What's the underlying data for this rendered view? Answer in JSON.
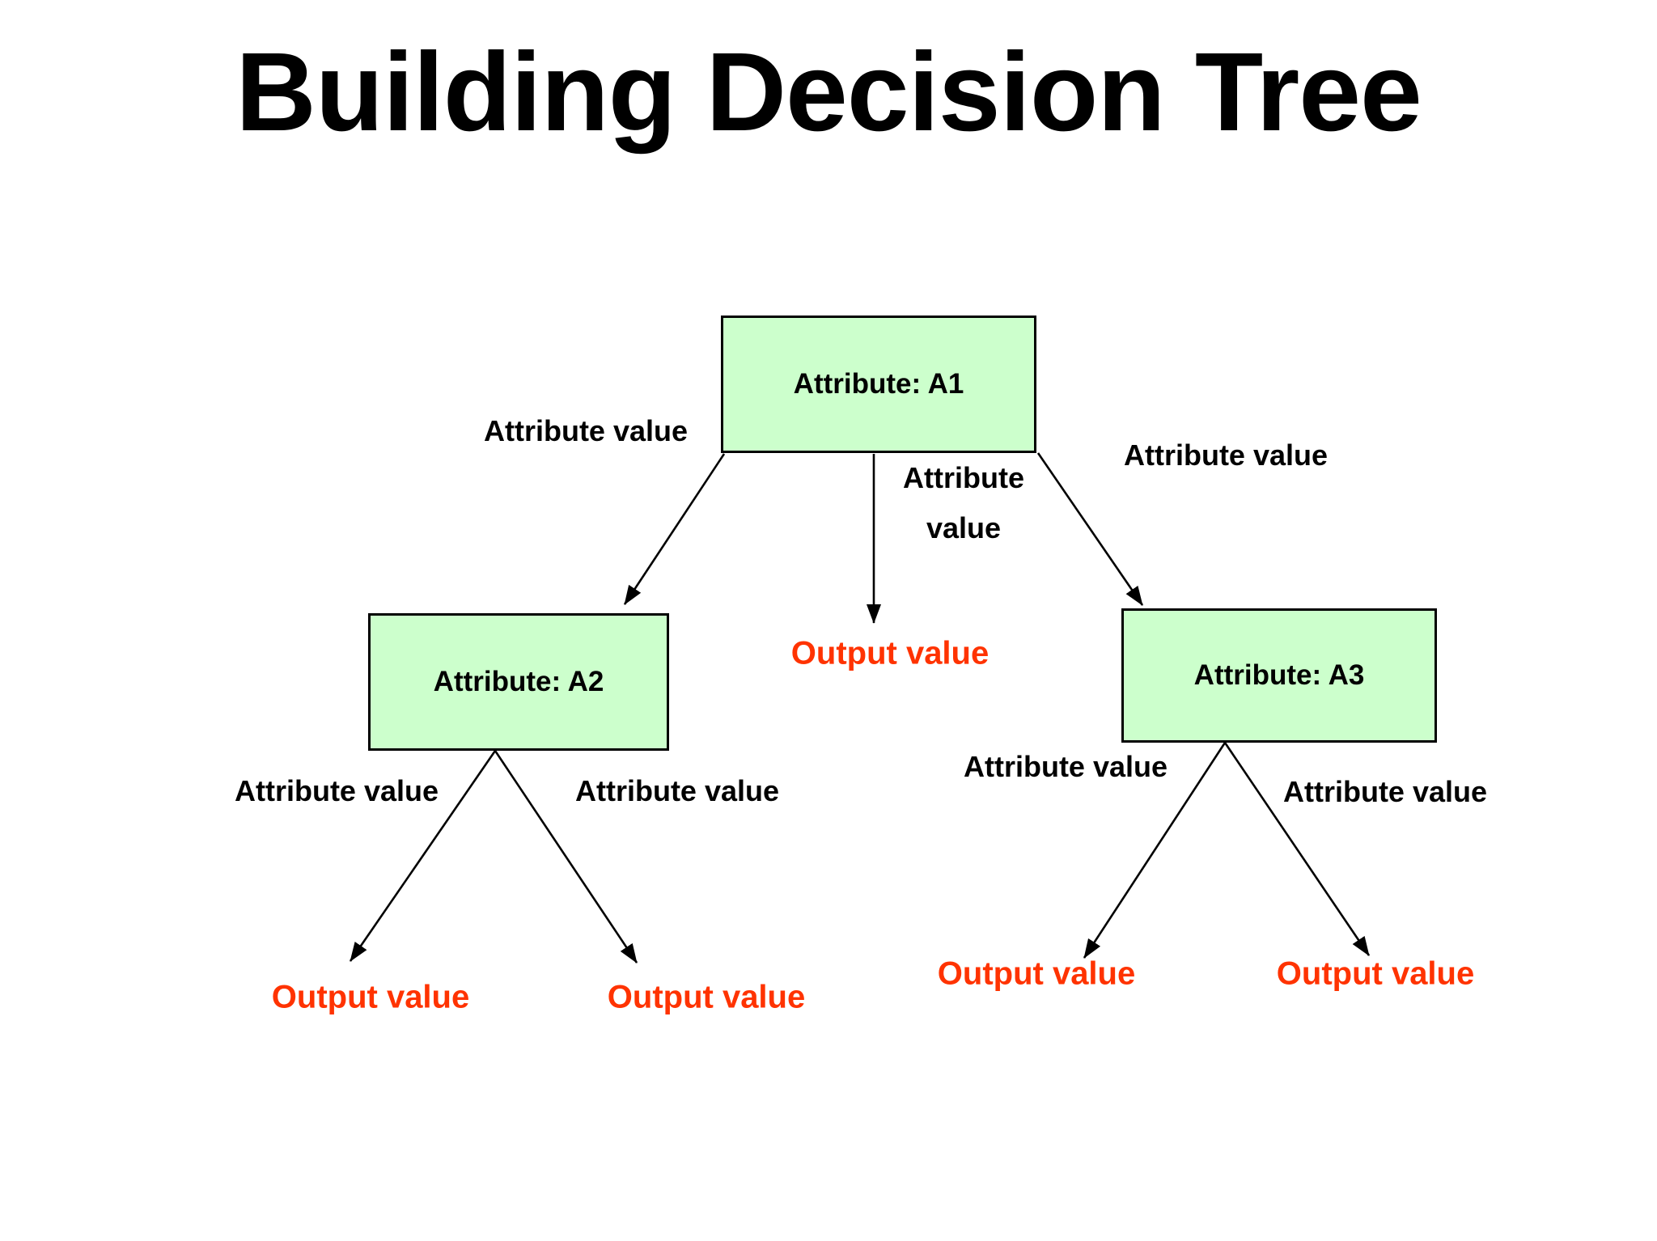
{
  "slide": {
    "title": "Building Decision Tree"
  },
  "colors": {
    "background": "#ffffff",
    "node_fill": "#ccffcc",
    "node_border": "#000000",
    "edge_line": "#000000",
    "label_color": "#000000",
    "output_color": "#ff3300"
  },
  "nodes": {
    "a1": {
      "label": "Attribute: A1"
    },
    "a2": {
      "label": "Attribute: A2"
    },
    "a3": {
      "label": "Attribute: A3"
    }
  },
  "edge_labels": {
    "a1_left": "Attribute value",
    "a1_middle_line1": "Attribute",
    "a1_middle_line2": "value",
    "a1_right": "Attribute value",
    "a2_left": "Attribute value",
    "a2_right": "Attribute value",
    "a3_left": "Attribute value",
    "a3_right": "Attribute value"
  },
  "outputs": {
    "a1_middle": "Output value",
    "a2_left": "Output value",
    "a2_right": "Output value",
    "a3_left": "Output value",
    "a3_right": "Output value"
  }
}
